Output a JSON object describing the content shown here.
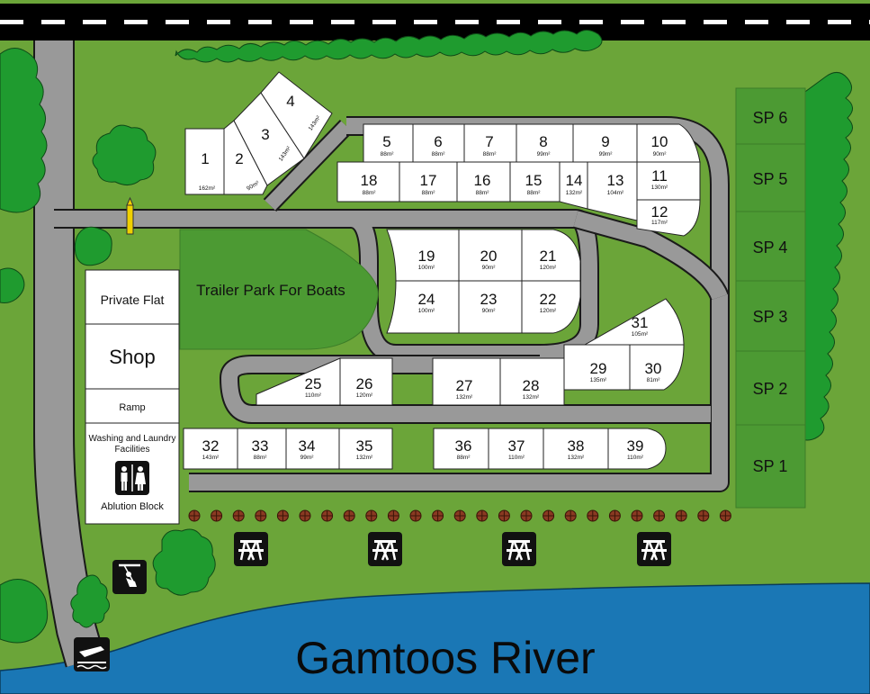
{
  "river": {
    "label": "Gamtoos River"
  },
  "trailer_park": {
    "label": "Trailer Park For Boats"
  },
  "buildings": {
    "private_flat": "Private Flat",
    "shop": "Shop",
    "ramp": "Ramp",
    "washing": [
      "Washing and Laundry",
      "Facilities"
    ],
    "ablution": "Ablution Block"
  },
  "sites": {
    "s1": {
      "num": "1",
      "area": "162m²"
    },
    "s2": {
      "num": "2",
      "area": "90m²"
    },
    "s3": {
      "num": "3",
      "area": "143m²"
    },
    "s4": {
      "num": "4",
      "area": "143m²"
    },
    "s5": {
      "num": "5",
      "area": "88m²"
    },
    "s6": {
      "num": "6",
      "area": "88m²"
    },
    "s7": {
      "num": "7",
      "area": "88m²"
    },
    "s8": {
      "num": "8",
      "area": "99m²"
    },
    "s9": {
      "num": "9",
      "area": "99m²"
    },
    "s10": {
      "num": "10",
      "area": "90m²"
    },
    "s11": {
      "num": "11",
      "area": "130m²"
    },
    "s12": {
      "num": "12",
      "area": "117m²"
    },
    "s13": {
      "num": "13",
      "area": "104m²"
    },
    "s14": {
      "num": "14",
      "area": "132m²"
    },
    "s15": {
      "num": "15",
      "area": "88m²"
    },
    "s16": {
      "num": "16",
      "area": "88m²"
    },
    "s17": {
      "num": "17",
      "area": "88m²"
    },
    "s18": {
      "num": "18",
      "area": "88m²"
    },
    "s19": {
      "num": "19",
      "area": "100m²"
    },
    "s20": {
      "num": "20",
      "area": "90m²"
    },
    "s21": {
      "num": "21",
      "area": "120m²"
    },
    "s22": {
      "num": "22",
      "area": "120m²"
    },
    "s23": {
      "num": "23",
      "area": "90m²"
    },
    "s24": {
      "num": "24",
      "area": "100m²"
    },
    "s25": {
      "num": "25",
      "area": "110m²"
    },
    "s26": {
      "num": "26",
      "area": "120m²"
    },
    "s27": {
      "num": "27",
      "area": "132m²"
    },
    "s28": {
      "num": "28",
      "area": "132m²"
    },
    "s29": {
      "num": "29",
      "area": "135m²"
    },
    "s30": {
      "num": "30",
      "area": "81m²"
    },
    "s31": {
      "num": "31",
      "area": "105m²"
    },
    "s32": {
      "num": "32",
      "area": "143m²"
    },
    "s33": {
      "num": "33",
      "area": "88m²"
    },
    "s34": {
      "num": "34",
      "area": "99m²"
    },
    "s35": {
      "num": "35",
      "area": "132m²"
    },
    "s36": {
      "num": "36",
      "area": "88m²"
    },
    "s37": {
      "num": "37",
      "area": "110m²"
    },
    "s38": {
      "num": "38",
      "area": "132m²"
    },
    "s39": {
      "num": "39",
      "area": "110m²"
    }
  },
  "special_plots": [
    "SP 6",
    "SP 5",
    "SP 4",
    "SP 3",
    "SP 2",
    "SP 1"
  ],
  "icons": {
    "picnic": "picnic-table-icon",
    "toilets": "toilets-icon",
    "swing": "swing-icon",
    "boat_launch": "boat-launch-icon"
  },
  "colors": {
    "grass": "#6ba539",
    "road": "#999999",
    "river": "#1a77b5",
    "trees": "#1f9b2f",
    "highway": "#000000",
    "plot": "#ffffff"
  }
}
